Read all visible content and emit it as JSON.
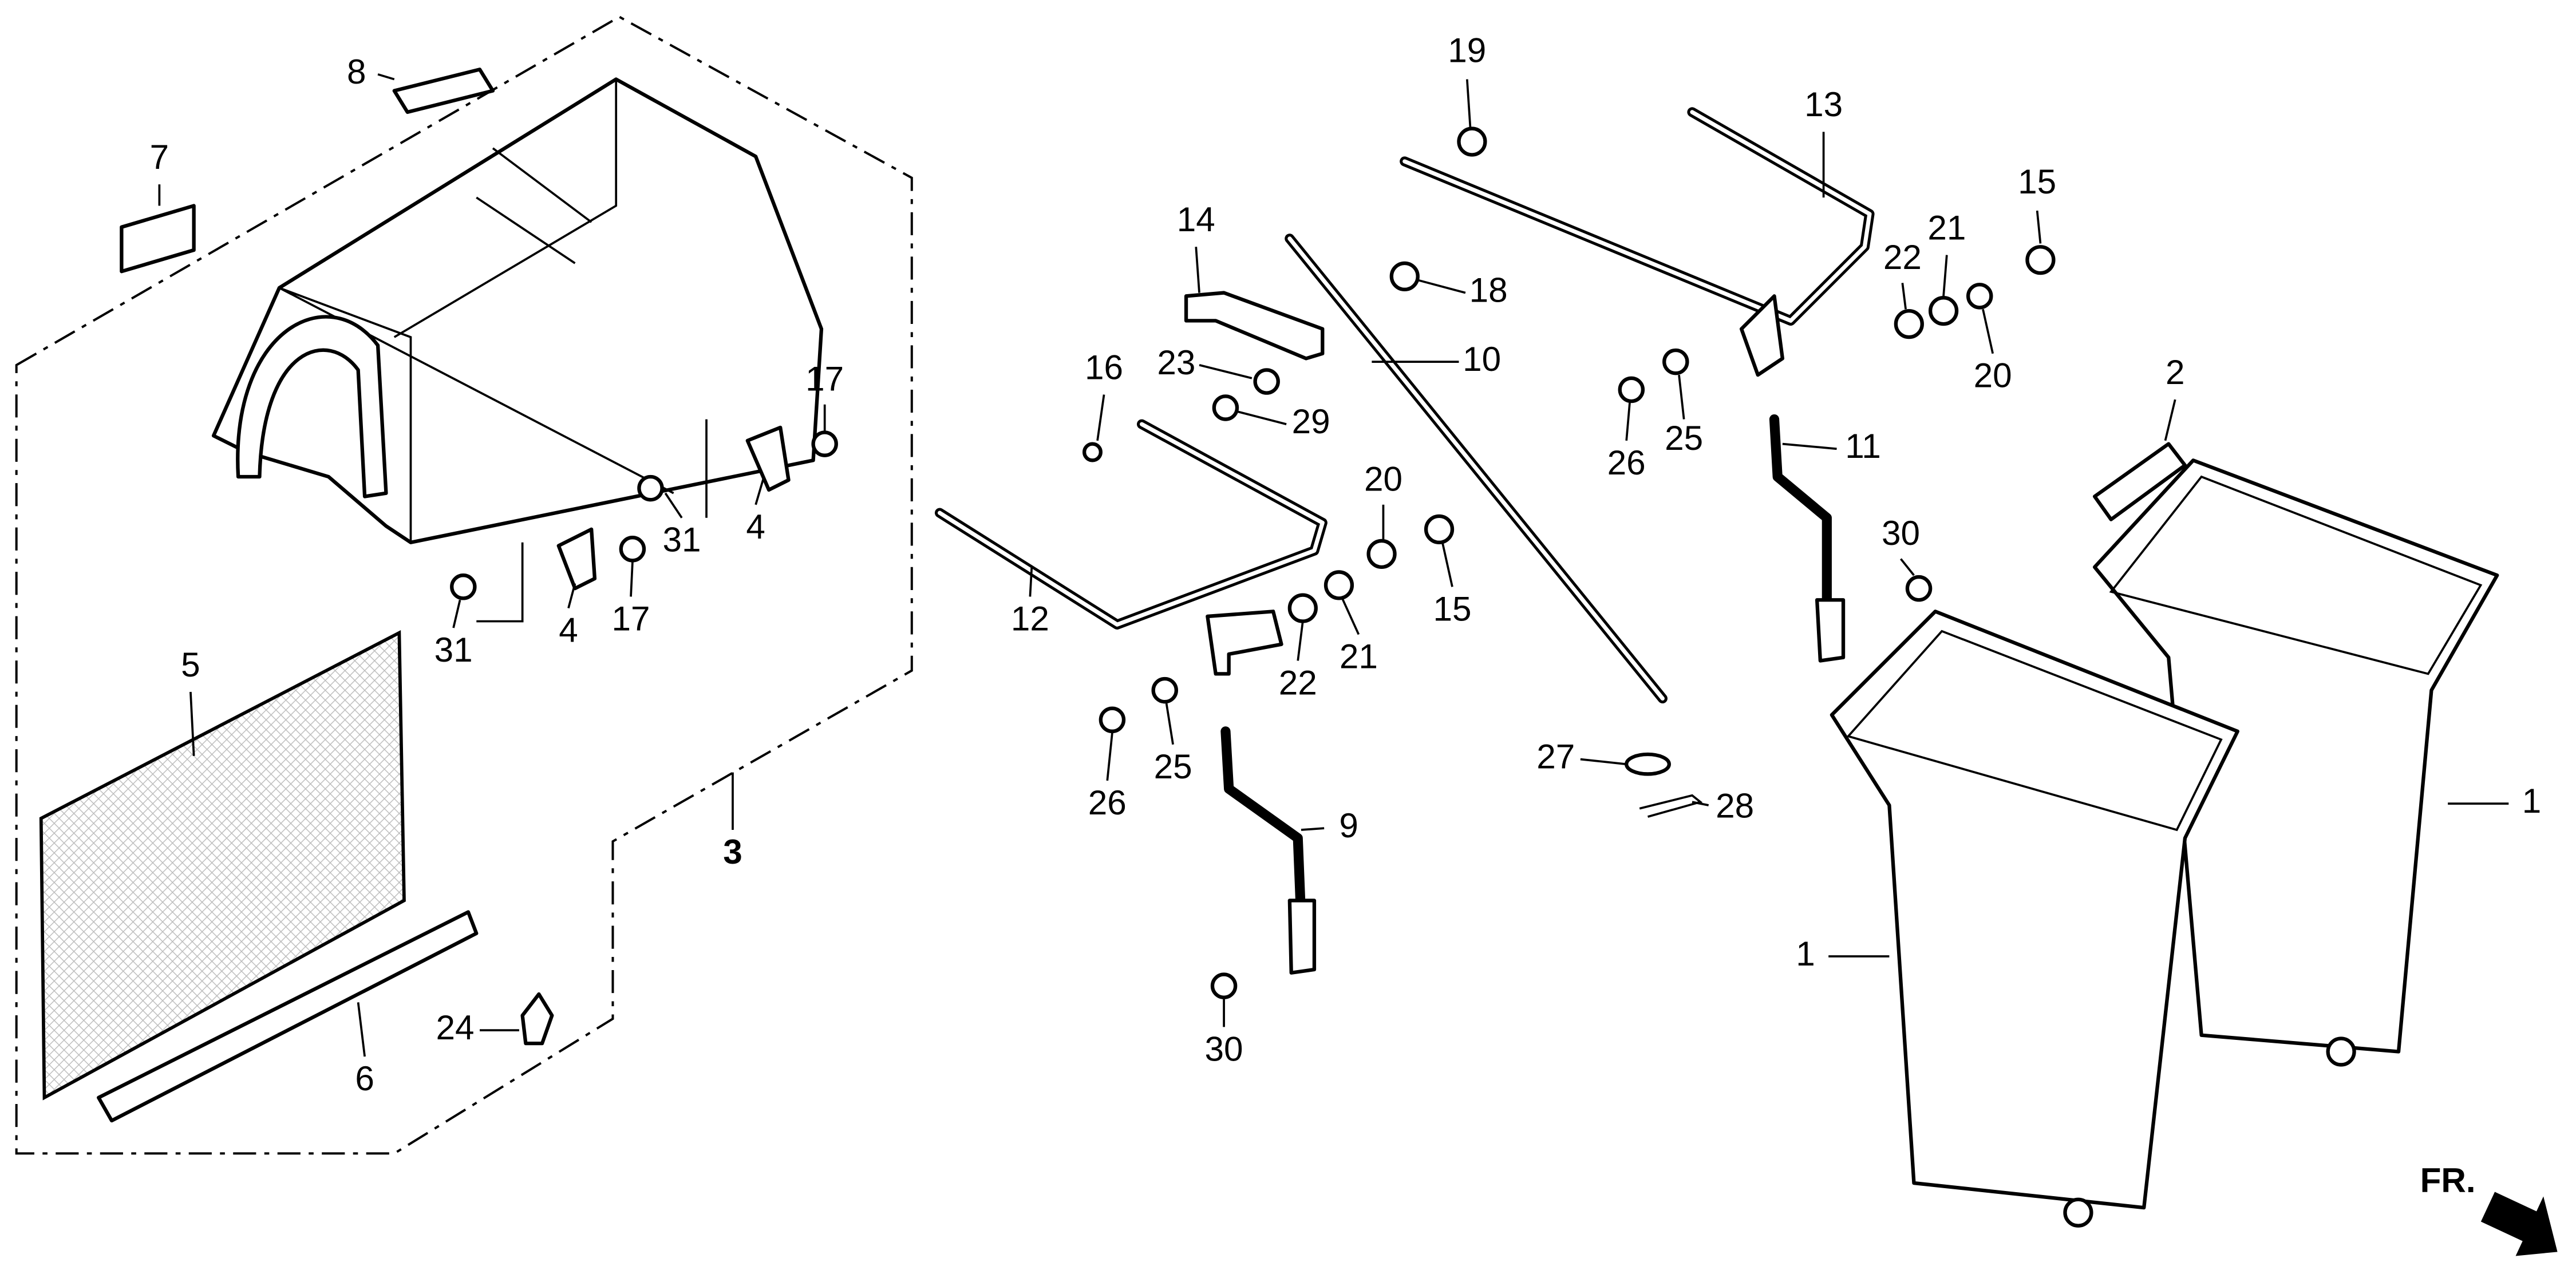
{
  "diagram": {
    "callouts": {
      "c8": "8",
      "c7": "7",
      "c19": "19",
      "c13": "13",
      "c15a": "15",
      "c14": "14",
      "c18": "18",
      "c22a": "22",
      "c21a": "21",
      "c10": "10",
      "c20a": "20",
      "c16": "16",
      "c23": "23",
      "c29": "29",
      "c17a": "17",
      "c26a": "26",
      "c25a": "25",
      "c11": "11",
      "c2": "2",
      "c20b": "20",
      "c4a": "4",
      "c31a": "31",
      "c30a": "30",
      "c15b": "15",
      "c5": "5",
      "c12": "12",
      "c4b": "4",
      "c17b": "17",
      "c31b": "31",
      "c22b": "22",
      "c21b": "21",
      "c27": "27",
      "c28": "28",
      "c26b": "26",
      "c25b": "25",
      "c9": "9",
      "c3": "3",
      "c1a": "1",
      "c1b": "1",
      "c6": "6",
      "c24": "24",
      "c30b": "30"
    },
    "front_arrow_label": "FR."
  }
}
